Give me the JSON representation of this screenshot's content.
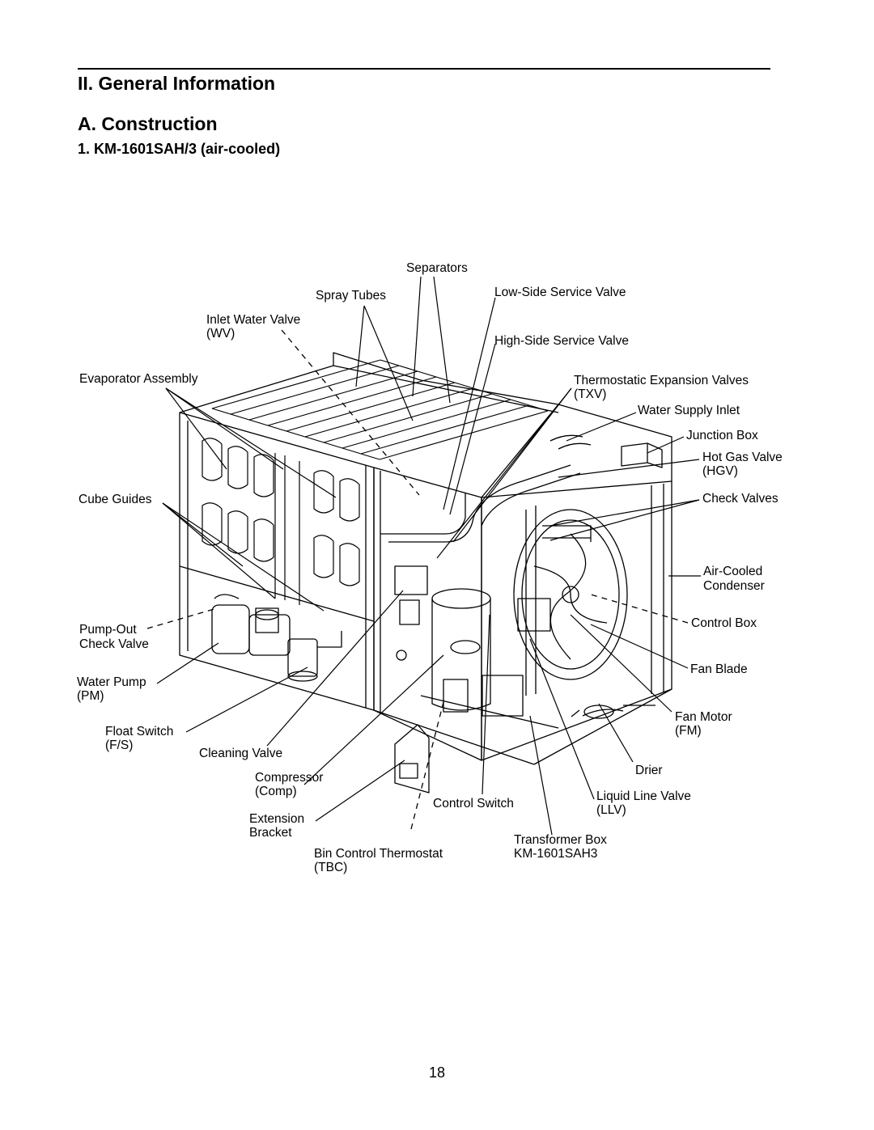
{
  "header": {
    "section_title": "II. General Information",
    "subsection_title": "A. Construction",
    "model_heading": "1. KM-1601SAH/3 (air-cooled)"
  },
  "labels": {
    "separators": "Separators",
    "spray_tubes": "Spray Tubes",
    "low_side_service_valve": "Low-Side Service Valve",
    "inlet_water_valve": "Inlet Water Valve",
    "inlet_water_valve_abbr": "(WV)",
    "high_side_service_valve": "High-Side Service Valve",
    "evaporator_assembly": "Evaporator Assembly",
    "thermostatic_expansion_valves": "Thermostatic Expansion Valves",
    "thermostatic_expansion_valves_abbr": "(TXV)",
    "water_supply_inlet": "Water Supply Inlet",
    "junction_box": "Junction Box",
    "hot_gas_valve": "Hot Gas Valve",
    "hot_gas_valve_abbr": "(HGV)",
    "cube_guides": "Cube Guides",
    "check_valves": "Check Valves",
    "air_cooled": "Air-Cooled",
    "condenser": "Condenser",
    "pump_out": "Pump-Out",
    "check_valve": "Check Valve",
    "control_box": "Control Box",
    "fan_blade": "Fan Blade",
    "water_pump": "Water Pump",
    "water_pump_abbr": "(PM)",
    "fan_motor": "Fan Motor",
    "fan_motor_abbr": "(FM)",
    "float_switch": "Float Switch",
    "float_switch_abbr": "(F/S)",
    "cleaning_valve": "Cleaning Valve",
    "drier": "Drier",
    "compressor": "Compressor",
    "compressor_abbr": "(Comp)",
    "liquid_line_valve": "Liquid Line Valve",
    "liquid_line_valve_abbr": "(LLV)",
    "control_switch": "Control Switch",
    "extension": "Extension",
    "bracket": "Bracket",
    "transformer_box": "Transformer Box",
    "transformer_model": "KM-1601SAH3",
    "bin_control_thermostat": "Bin Control Thermostat",
    "bin_control_thermostat_abbr": "(TBC)"
  },
  "page_number": "18"
}
